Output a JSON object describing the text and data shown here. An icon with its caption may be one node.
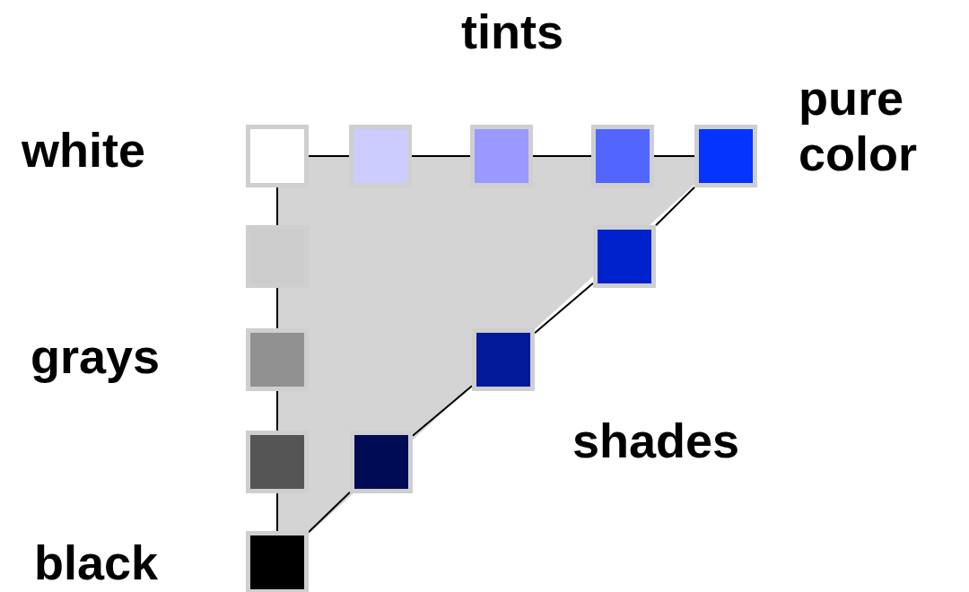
{
  "diagram": {
    "nodes": [
      {
        "text": [],
        "shape": "box"
      },
      {
        "text": [],
        "shape": "box"
      },
      {
        "text": [],
        "shape": "box"
      },
      {
        "text": [],
        "shape": "box"
      },
      {
        "text": [],
        "shape": "box"
      },
      {
        "text": [],
        "shape": "box"
      },
      {
        "text": [],
        "shape": "box"
      },
      {
        "text": [],
        "shape": "box"
      },
      {
        "text": [],
        "shape": "box"
      },
      {
        "text": [],
        "shape": "box"
      },
      {
        "text": [],
        "shape": "box"
      },
      {
        "text": [],
        "shape": "box"
      }
    ],
    "edges": [
      {
        "from": 0,
        "to": 1,
        "arrow": "none"
      },
      {
        "from": 1,
        "to": 2,
        "arrow": "none"
      },
      {
        "from": 2,
        "to": 3,
        "arrow": "none"
      },
      {
        "from": 3,
        "to": 4,
        "arrow": "none"
      },
      {
        "from": 0,
        "to": 5,
        "arrow": "none"
      },
      {
        "from": 5,
        "to": 7,
        "arrow": "none"
      },
      {
        "from": 7,
        "to": 9,
        "arrow": "none"
      },
      {
        "from": 9,
        "to": 11,
        "arrow": "none"
      },
      {
        "from": 11,
        "to": 10,
        "arrow": "none"
      },
      {
        "from": 10,
        "to": 8,
        "arrow": "none"
      },
      {
        "from": 8,
        "to": 6,
        "arrow": "none"
      },
      {
        "from": 6,
        "to": 4,
        "arrow": "none"
      }
    ],
    "labels": [
      "tints",
      "white",
      "pure color",
      "grays",
      "shades",
      "black"
    ]
  }
}
